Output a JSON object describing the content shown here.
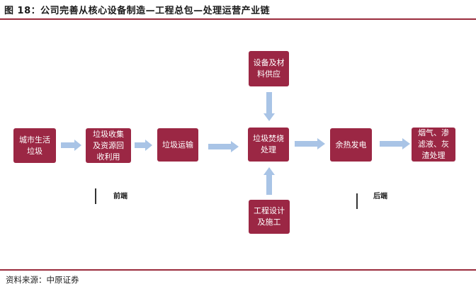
{
  "figure": {
    "title": "图 18：公司完善从核心设备制造—工程总包—处理运营产业链",
    "source": "资料来源：中原证券"
  },
  "colors": {
    "node_fill": "#9b2744",
    "arrow_fill": "#a9c4e6",
    "rule": "#9a2b3c"
  },
  "nodes": {
    "city_garbage": "城市生活\n垃圾",
    "collection": "垃圾收集\n及资源回\n收利用",
    "transport": "垃圾运输",
    "incineration": "垃圾焚烧\n处理",
    "power": "余热发电",
    "flue": "烟气、渗\n滤液、灰\n渣处理",
    "equipment": "设备及材\n料供应",
    "engineering": "工程设计\n及施工"
  },
  "phases": {
    "front": "前端",
    "back": "后端"
  }
}
